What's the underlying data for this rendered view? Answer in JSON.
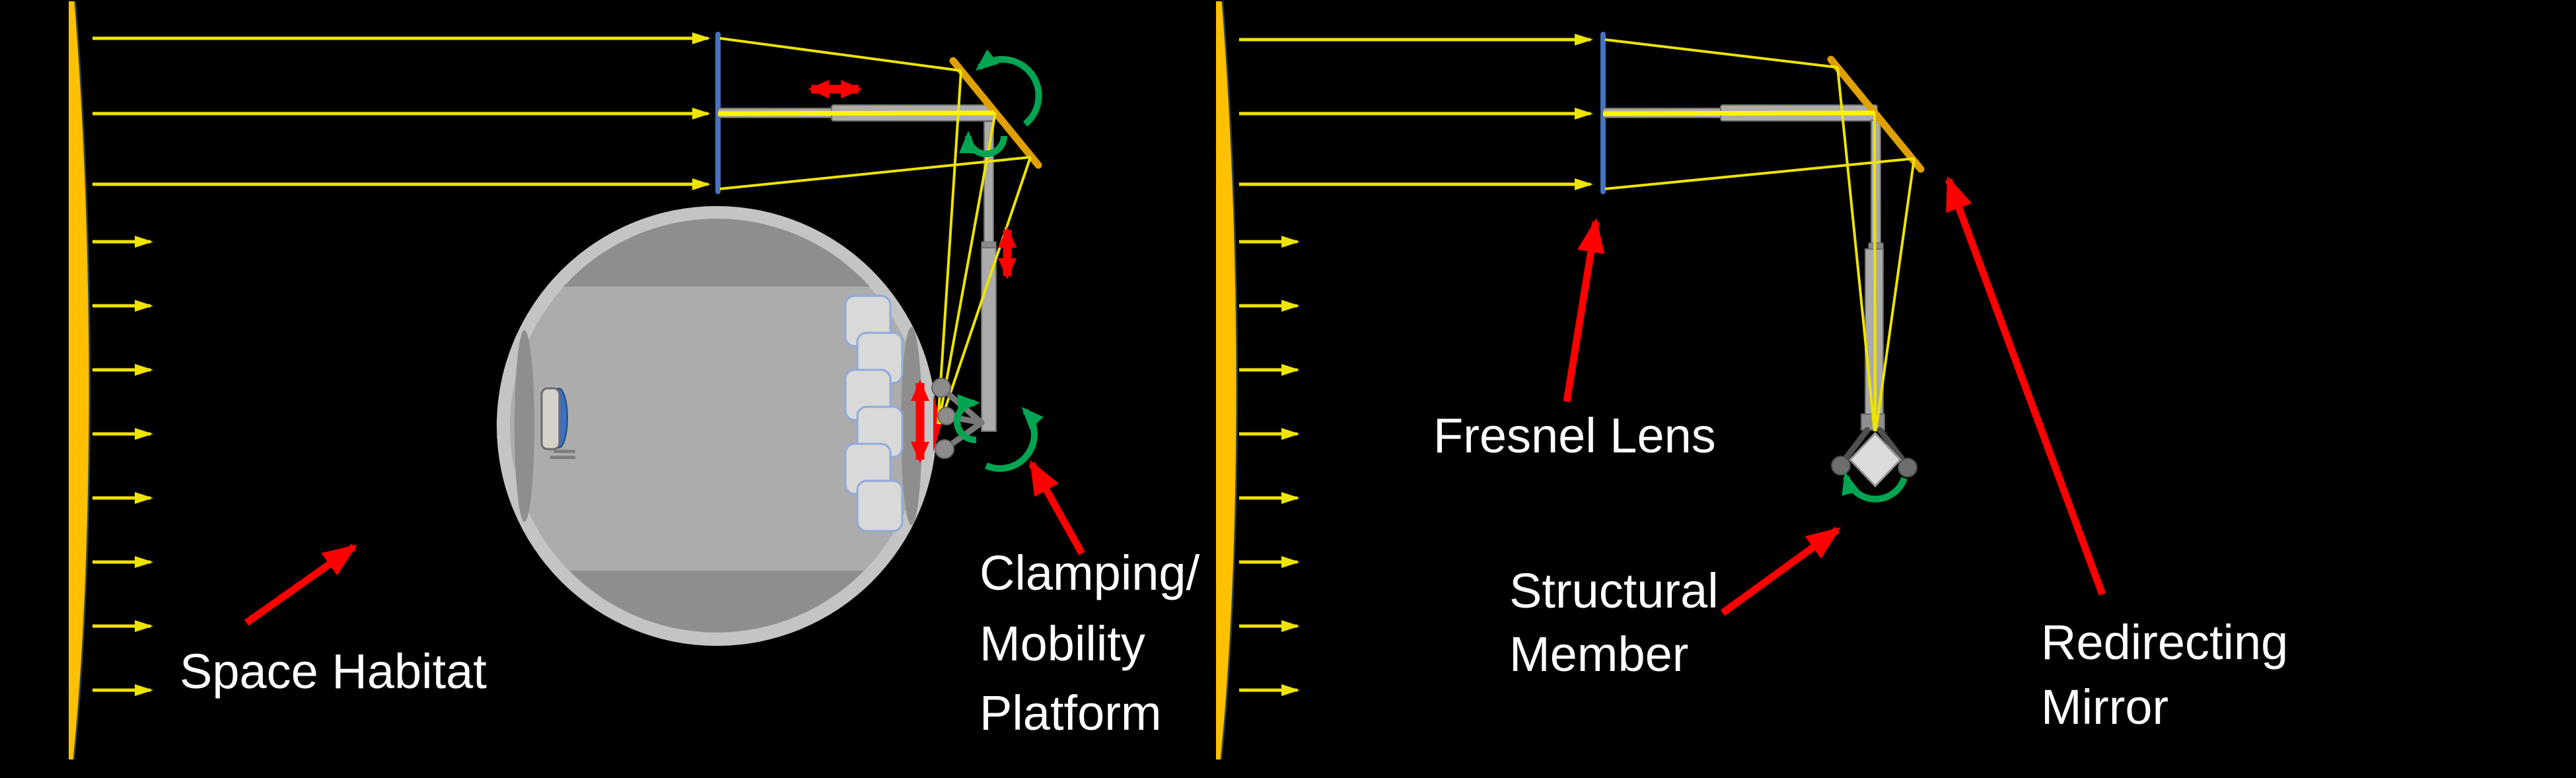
{
  "labels": {
    "space_habitat": "Space Habitat",
    "clamping_line1": "Clamping/",
    "clamping_line2": "Mobility",
    "clamping_line3": "Platform",
    "fresnel_lens": "Fresnel Lens",
    "structural_line1": "Structural",
    "structural_line2": "Member",
    "redirecting_line1": "Redirecting",
    "redirecting_line2": "Mirror"
  },
  "colors": {
    "background": "#000000",
    "sunlight_ray_yellow": "#EDE400",
    "focused_core_yellow": "#FFF500",
    "solar_reflector_gold": "#FFC000",
    "reflector_edge_navy": "#1F3864",
    "redirecting_mirror_orange": "#DFA000",
    "fresnel_lens_blue": "#4472C4",
    "structure_gray": "#ABABAB",
    "structure_outline_gray": "#6E6E6E",
    "habitat_shell_gray": "#C4C4C4",
    "habitat_interior_gray": "#ACACAC",
    "habitat_shadow_gray": "#8E8E8E",
    "seat_fill_gray": "#D9D9D9",
    "seat_border_blue": "#8FAADC",
    "window_blue": "#3A6FC4",
    "annotation_red": "#FF0000",
    "rotation_green": "#00A551",
    "label_white": "#FFFFFF"
  }
}
